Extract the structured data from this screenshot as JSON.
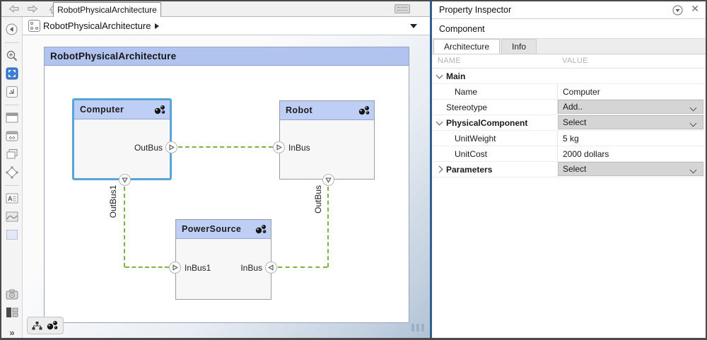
{
  "tab_bar": {
    "tab_title": "RobotPhysicalArchitecture"
  },
  "breadcrumb": {
    "path": "RobotPhysicalArchitecture"
  },
  "toolbar": {
    "icons": [
      "hide-browser",
      "zoom-in",
      "fit-to-view",
      "zoom-region",
      "viewport",
      "signal-lines",
      "copy-compare",
      "spline-route",
      "annotation",
      "image",
      "area",
      "screenshot",
      "model-blocks",
      "expand-more"
    ]
  },
  "canvas": {
    "container_title": "RobotPhysicalArchitecture",
    "blocks": {
      "computer": {
        "title": "Computer",
        "out_port": "OutBus",
        "selected": true
      },
      "robot": {
        "title": "Robot",
        "in_port": "InBus"
      },
      "power": {
        "title": "PowerSource",
        "in_port_left": "InBus1",
        "in_port_right": "InBus"
      }
    },
    "connector_labels": {
      "computer_to_power": "OutBus1",
      "robot_to_power": "OutBus"
    },
    "badge_icons": [
      "hierarchy-icon",
      "stereotype-spheres-icon"
    ],
    "colors": {
      "connector": "#7cb544",
      "selection": "#57a4d8",
      "block_header": "#bfcef5",
      "container_header": "#b1c4f0"
    }
  },
  "inspector": {
    "title": "Property Inspector",
    "context": "Component",
    "tabs": [
      {
        "label": "Architecture",
        "active": true
      },
      {
        "label": "Info",
        "active": false
      }
    ],
    "columns": {
      "name": "NAME",
      "value": "VALUE"
    },
    "rows": [
      {
        "label": "Main",
        "value": "",
        "type": "section-expanded"
      },
      {
        "label": "Name",
        "value": "Computer",
        "type": "text"
      },
      {
        "label": "Stereotype",
        "value": "Add..",
        "type": "dropdown"
      },
      {
        "label": "PhysicalComponent",
        "value": "Select",
        "type": "section-expanded-dropdown"
      },
      {
        "label": "UnitWeight",
        "value": "5 kg",
        "type": "text"
      },
      {
        "label": "UnitCost",
        "value": "2000 dollars",
        "type": "text"
      },
      {
        "label": "Parameters",
        "value": "Select",
        "type": "section-collapsed-dropdown"
      }
    ]
  }
}
